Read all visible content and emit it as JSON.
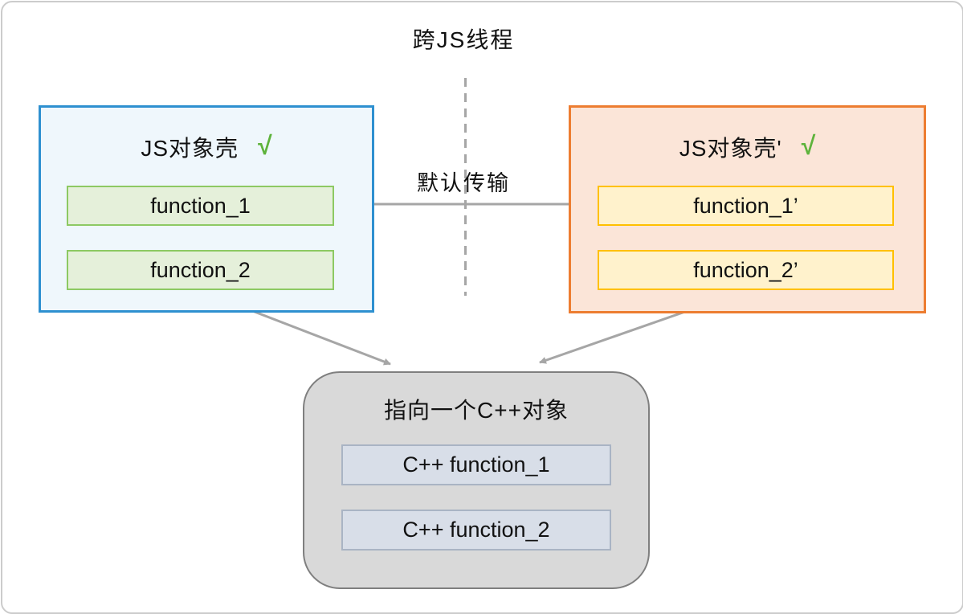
{
  "diagram": {
    "title": "跨JS线程",
    "transfer_label": "默认传输",
    "check_mark": "√",
    "left_panel": {
      "title": "JS对象壳",
      "items": [
        "function_1",
        "function_2"
      ]
    },
    "right_panel": {
      "title": "JS对象壳'",
      "items": [
        "function_1’",
        "function_2’"
      ]
    },
    "bottom_panel": {
      "title": "指向一个C++对象",
      "items": [
        "C++ function_1",
        "C++ function_2"
      ]
    },
    "colors": {
      "left_panel_border": "#2E90D0",
      "left_panel_fill": "#EFF7FC",
      "function_box_border": "#8DC963",
      "function_box_fill": "#E5F0DA",
      "right_panel_border": "#ED7D31",
      "right_panel_fill": "#FBE5D8",
      "mirror_box_border": "#FFC000",
      "mirror_box_fill": "#FFF2CC",
      "cpp_panel_fill": "#D9D9D9",
      "cpp_panel_border": "#7F7F7F",
      "cpp_box_fill": "#D8DEE8",
      "cpp_box_border": "#A9B4C4",
      "arrow": "#A6A6A6",
      "check": "#5EB33C"
    }
  }
}
